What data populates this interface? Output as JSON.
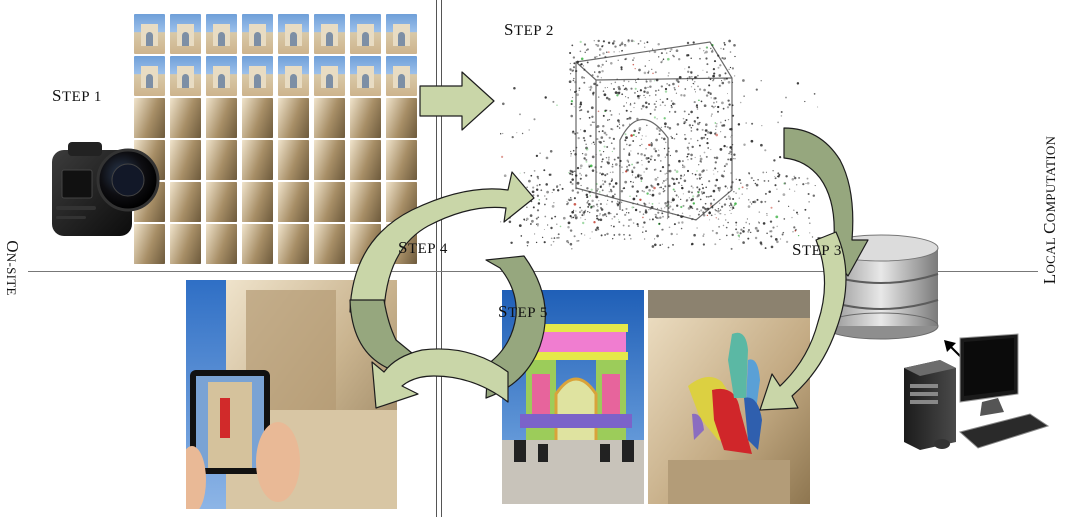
{
  "steps": {
    "step1": {
      "first": "S",
      "rest": "TEP 1"
    },
    "step2": {
      "first": "S",
      "rest": "TEP 2"
    },
    "step3": {
      "first": "S",
      "rest": "TEP 3"
    },
    "step4": {
      "first": "S",
      "rest": "TEP 4"
    },
    "step5": {
      "first": "S",
      "rest": "TEP 5"
    }
  },
  "side_labels": {
    "left": {
      "first": "O",
      "rest_1": "N",
      "dash": "-",
      "rest_2": "SITE"
    },
    "right": {
      "first": "L",
      "rest_1": "OCAL ",
      "second": "C",
      "rest_2": "OMPUTATION"
    }
  },
  "colors": {
    "arrow_fill": "#c9d6a8",
    "arrow_fill_dark": "#96a77e",
    "arrow_stroke": "#1d1d1d",
    "divider": "#666666",
    "sky": "#6f9fd8",
    "stone": "#d8c8a8"
  },
  "icons": [
    "camera-icon",
    "database-icon",
    "computer-icon",
    "double-arrow-icon",
    "tablet-icon"
  ]
}
